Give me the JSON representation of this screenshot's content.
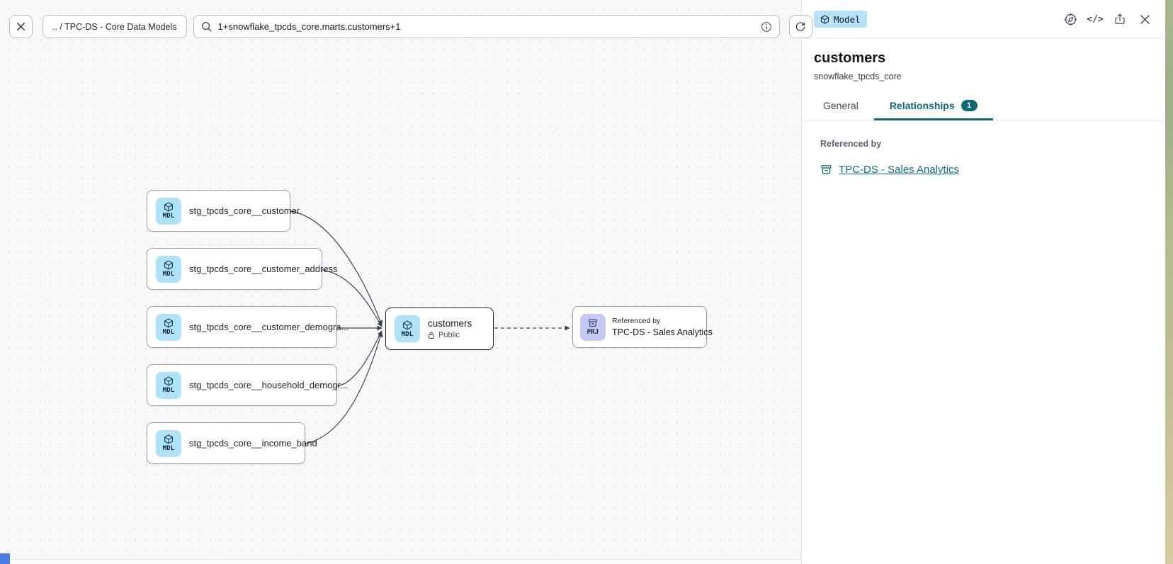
{
  "toolbar": {
    "breadcrumb": ".. / TPC-DS - Core Data Models",
    "search_value": "1+snowflake_tpcds_core.marts.customers+1"
  },
  "graph": {
    "upstream_nodes": [
      {
        "type": "MDL",
        "label": "stg_tpcds_core__customer"
      },
      {
        "type": "MDL",
        "label": "stg_tpcds_core__customer_address"
      },
      {
        "type": "MDL",
        "label": "stg_tpcds_core__customer_demogra..."
      },
      {
        "type": "MDL",
        "label": "stg_tpcds_core__household_demogr..."
      },
      {
        "type": "MDL",
        "label": "stg_tpcds_core__income_band"
      }
    ],
    "selected_node": {
      "type": "MDL",
      "label": "customers",
      "access": "Public"
    },
    "reference_node": {
      "type": "PRJ",
      "kicker": "Referenced by",
      "label": "TPC-DS - Sales Analytics"
    }
  },
  "panel": {
    "type_badge": "Model",
    "title": "customers",
    "subtitle": "snowflake_tpcds_core",
    "tabs": {
      "general": "General",
      "relationships": "Relationships",
      "relationships_count": "1"
    },
    "referenced_by_heading": "Referenced by",
    "referenced_by_link": "TPC-DS - Sales Analytics"
  },
  "colors": {
    "accent_teal": "#0e6974",
    "model_chip_bg": "#aee2fa",
    "project_chip_bg": "#c3c8f4",
    "edge_line": "#3c434f",
    "selected_border": "#1b1f27"
  }
}
